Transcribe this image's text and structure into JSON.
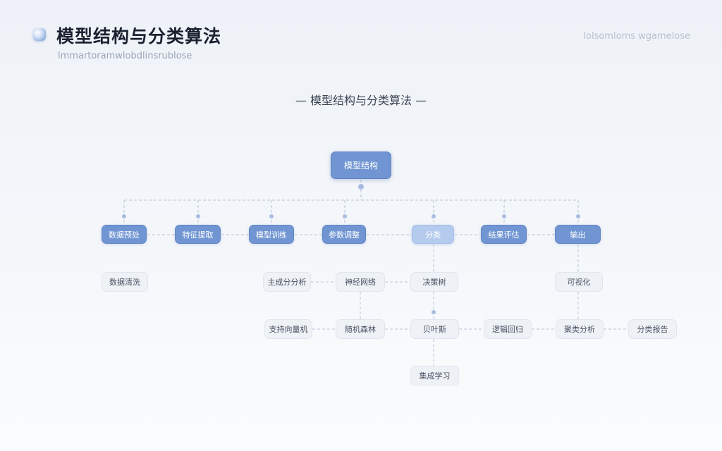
{
  "header": {
    "title": "模型结构与分类算法",
    "subtitle": "lmmartoramwlobdlinsrublose",
    "top_right_text": "lolsomloms wgamelose"
  },
  "diagram": {
    "heading": "— 模型结构与分类算法 —",
    "root": {
      "id": "root",
      "label": "模型结构"
    },
    "primary": [
      {
        "id": "p1",
        "label": "数据预处"
      },
      {
        "id": "p2",
        "label": "特征提取"
      },
      {
        "id": "p3",
        "label": "模型训练"
      },
      {
        "id": "p4",
        "label": "参数调整"
      },
      {
        "id": "p5",
        "label": "分类"
      },
      {
        "id": "p6",
        "label": "结果评估"
      },
      {
        "id": "p7",
        "label": "输出"
      }
    ],
    "secondary": [
      {
        "id": "s1",
        "label": "数据清洗"
      },
      {
        "id": "s2",
        "label": "主成分分析"
      },
      {
        "id": "s3",
        "label": "神经网络"
      },
      {
        "id": "s4",
        "label": "决策树"
      },
      {
        "id": "s5",
        "label": "可视化"
      },
      {
        "id": "s6",
        "label": "支持向量机"
      },
      {
        "id": "s7",
        "label": "随机森林"
      },
      {
        "id": "s8",
        "label": "贝叶斯"
      },
      {
        "id": "s9",
        "label": "逻辑回归"
      },
      {
        "id": "s10",
        "label": "聚类分析"
      },
      {
        "id": "s11",
        "label": "分类报告"
      },
      {
        "id": "s12",
        "label": "集成学习"
      }
    ]
  }
}
